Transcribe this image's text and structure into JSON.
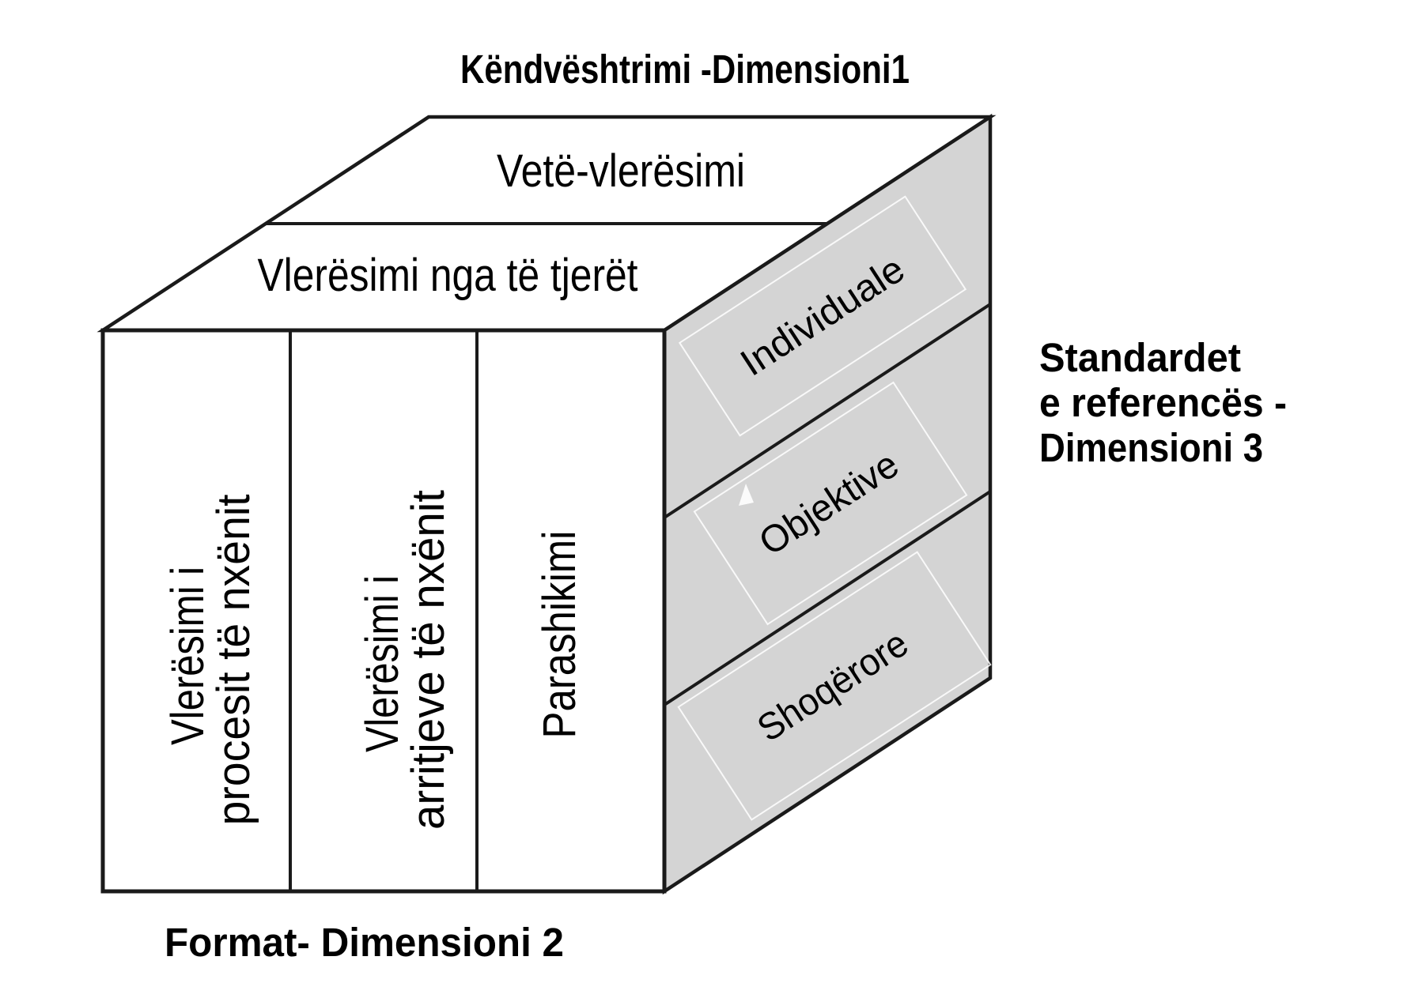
{
  "diagram": {
    "title": "Këndvështrimi -Dimensioni1",
    "dimension2_label": "Format- Dimensioni 2",
    "dimension3_label": {
      "line1": "Standardet",
      "line2": "e referencës -",
      "line3": "Dimensioni 3"
    },
    "top_face": {
      "rows": [
        "Vetë-vlerësimi",
        "Vlerësimi nga të tjerët"
      ]
    },
    "front_face": {
      "columns": [
        {
          "line1": "Vlerësimi i",
          "line2": "procesit të nxënit"
        },
        {
          "line1": "Vlerësimi i",
          "line2": "arritjeve të nxënit"
        },
        {
          "line1": "Parashikimi",
          "line2": ""
        }
      ]
    },
    "side_face": {
      "bands": [
        "Individuale",
        "Objektive",
        "Shoqërore"
      ]
    },
    "colors": {
      "side_face_fill": "#d4d4d4",
      "line": "#1a1a1a",
      "text": "#000000",
      "background": "#ffffff"
    }
  }
}
